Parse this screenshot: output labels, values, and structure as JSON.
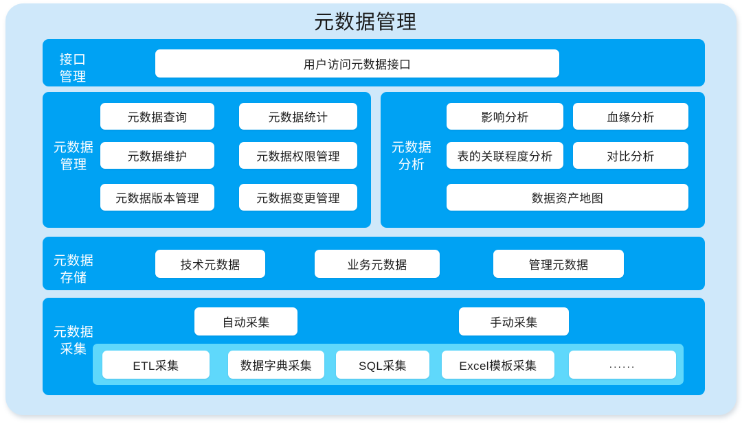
{
  "diagram": {
    "title": "元数据管理",
    "colors": {
      "outer_card": "#cfe8fa",
      "band_blue": "#00a2f3",
      "inner_strip": "#5fd8fb",
      "chip_white": "#ffffff",
      "title_text": "#1b1b1b",
      "label_text": "#ffffff"
    },
    "rows": {
      "interface": {
        "label": "接口\n管理",
        "items": [
          "用户访问元数据接口"
        ]
      },
      "management": {
        "label": "元数据\n管理",
        "items": [
          "元数据查询",
          "元数据统计",
          "元数据维护",
          "元数据权限管理",
          "元数据版本管理",
          "元数据变更管理"
        ]
      },
      "analysis": {
        "label": "元数据\n分析",
        "items": [
          "影响分析",
          "血缘分析",
          "表的关联程度分析",
          "对比分析",
          "数据资产地图"
        ]
      },
      "storage": {
        "label": "元数据\n存储",
        "items": [
          "技术元数据",
          "业务元数据",
          "管理元数据"
        ]
      },
      "collection": {
        "label": "元数据\n采集",
        "modes": [
          "自动采集",
          "手动采集"
        ],
        "methods": [
          "ETL采集",
          "数据字典采集",
          "SQL采集",
          "Excel模板采集",
          "......"
        ]
      }
    }
  }
}
